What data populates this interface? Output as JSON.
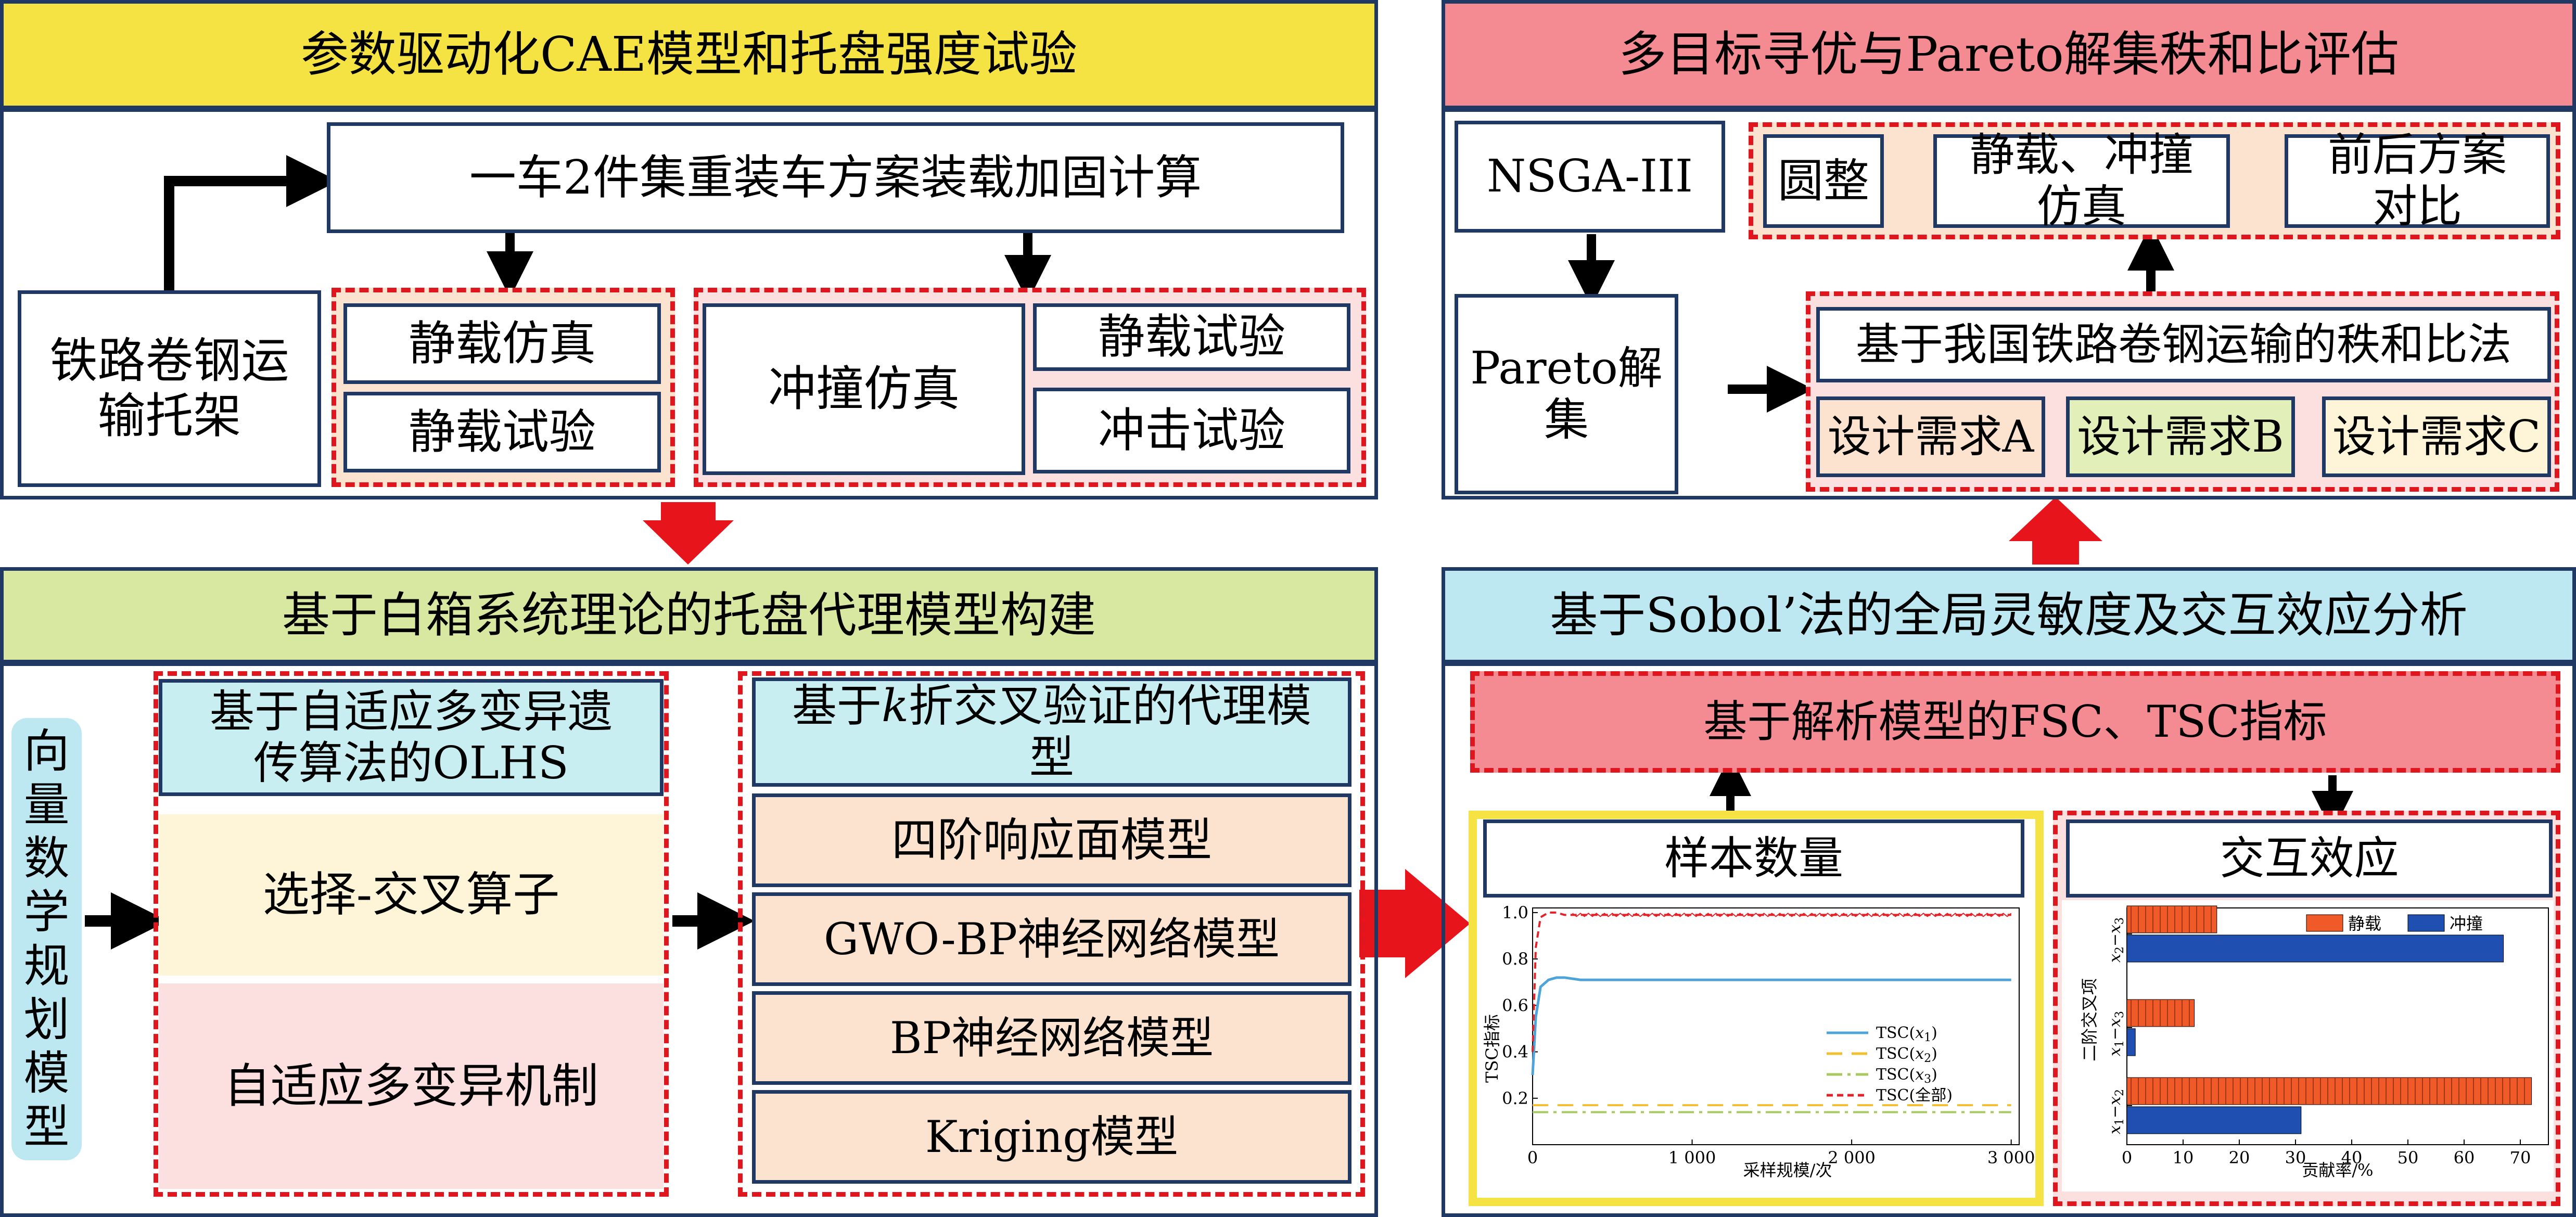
{
  "colors": {
    "navy": "#1f3864",
    "red_dash": "#e0161e",
    "yellow": "#f5e343",
    "pink": "#f48b92",
    "green_yellow": "#d9e8a0",
    "light_blue": "#bde8f2",
    "pale_pink": "#fbe0df",
    "pale_cream": "#fef5d9",
    "peach": "#fbe3cf",
    "cyan": "#c8eef2",
    "lime": "#e3efb8",
    "tsc_x1": "#4ea3d8",
    "tsc_x2": "#f0c030",
    "tsc_x3": "#a8c860",
    "tsc_all": "#e32228",
    "static_bar": "#f05a28",
    "impact_bar": "#1f4fb0"
  },
  "panel1": {
    "title": "参数驱动化CAE模型和托盘强度试验",
    "plan": "一车2件集重装车方案装载加固计算",
    "source": "铁路卷钢运输托架",
    "static_sim": "静载仿真",
    "static_test_left": "静载试验",
    "impact_sim": "冲撞仿真",
    "static_test_right": "静载试验",
    "impact_test": "冲击试验"
  },
  "panel2": {
    "title": "多目标寻优与Pareto解集秩和比评估",
    "nsga": "NSGA-III",
    "pareto": "Pareto解集",
    "round": "圆整",
    "sim": "静载、冲撞仿真",
    "compare": "前后方案对比",
    "rsr": "基于我国铁路卷钢运输的秩和比法",
    "req_a": "设计需求A",
    "req_b": "设计需求B",
    "req_c": "设计需求C"
  },
  "panel3": {
    "title": "基于白箱系统理论的托盘代理模型构建",
    "vector": [
      "向",
      "量",
      "数",
      "学",
      "规",
      "划",
      "模",
      "型"
    ],
    "olhs": "基于自适应多变异遗传算法的OLHS",
    "select": "选择-交叉算子",
    "mutation": "自适应多变异机制",
    "kfold_prefix": "基于",
    "kfold_k": "k",
    "kfold_suffix": "折交叉验证的代理模型",
    "models": [
      "四阶响应面模型",
      "GWO-BP神经网络模型",
      "BP神经网络模型",
      "Kriging模型"
    ]
  },
  "panel4": {
    "title": "基于Sobol’法的全局灵敏度及交互效应分析",
    "index": "基于解析模型的FSC、TSC指标",
    "sample": "样本数量",
    "interaction": "交互效应"
  },
  "chart_data": [
    {
      "type": "line",
      "xlabel": "采样规模/次",
      "ylabel": "TSC指标",
      "xlim": [
        0,
        3050
      ],
      "ylim": [
        0,
        1.02
      ],
      "xticks": [
        {
          "v": 1000,
          "label": "1 000"
        },
        {
          "v": 2000,
          "label": "2 000"
        },
        {
          "v": 3000,
          "label": "3 000"
        }
      ],
      "x_zero_label": "0",
      "yticks": [
        {
          "v": 0.2,
          "label": "0.2"
        },
        {
          "v": 0.4,
          "label": "0.4"
        },
        {
          "v": 0.6,
          "label": "0.6"
        },
        {
          "v": 0.8,
          "label": "0.8"
        },
        {
          "v": 1.0,
          "label": "1.0"
        }
      ],
      "legend_position": "right-middle",
      "series": [
        {
          "name": "TSC(x1)",
          "legend_main": "TSC(",
          "legend_var": "x",
          "legend_sub": "1",
          "legend_end": ")",
          "color": "#4ea3d8",
          "dash": "",
          "x": [
            0,
            20,
            50,
            100,
            150,
            200,
            300,
            400,
            600,
            800,
            1000,
            1500,
            2000,
            2500,
            3000
          ],
          "y": [
            0.3,
            0.55,
            0.68,
            0.71,
            0.72,
            0.72,
            0.71,
            0.71,
            0.71,
            0.71,
            0.71,
            0.71,
            0.71,
            0.71,
            0.71
          ]
        },
        {
          "name": "TSC(x2)",
          "legend_main": "TSC(",
          "legend_var": "x",
          "legend_sub": "2",
          "legend_end": ")",
          "color": "#f0c030",
          "dash": "30,18",
          "x": [
            0,
            3000
          ],
          "y": [
            0.17,
            0.17
          ]
        },
        {
          "name": "TSC(x3)",
          "legend_main": "TSC(",
          "legend_var": "x",
          "legend_sub": "3",
          "legend_end": ")",
          "color": "#a8c860",
          "dash": "30,10,6,10",
          "x": [
            0,
            3000
          ],
          "y": [
            0.14,
            0.14
          ]
        },
        {
          "name": "TSC(全部)",
          "legend_main": "TSC(全部",
          "legend_var": "",
          "legend_sub": "",
          "legend_end": ")",
          "color": "#e32228",
          "dash": "12,8",
          "x": [
            0,
            20,
            50,
            100,
            150,
            200,
            300,
            500,
            1000,
            2000,
            3000
          ],
          "y": [
            0.4,
            0.85,
            0.98,
            1.0,
            1.0,
            0.99,
            0.99,
            0.99,
            0.99,
            0.99,
            0.99
          ]
        }
      ]
    },
    {
      "type": "bar",
      "orientation": "horizontal",
      "xlabel": "贡献率/%",
      "ylabel": "二阶交叉项",
      "xlim": [
        0,
        75
      ],
      "xticks": [
        0,
        10,
        20,
        30,
        40,
        50,
        60,
        70
      ],
      "legend_position": "top-right",
      "categories": [
        {
          "a": "x",
          "as": "1",
          "b": "x",
          "bs": "2"
        },
        {
          "a": "x",
          "as": "1",
          "b": "x",
          "bs": "3"
        },
        {
          "a": "x",
          "as": "2",
          "b": "x",
          "bs": "3"
        }
      ],
      "series": [
        {
          "name": "静载",
          "color": "#f05a28",
          "values": [
            72,
            12,
            16
          ]
        },
        {
          "name": "冲撞",
          "color": "#1f4fb0",
          "values": [
            31,
            1.5,
            67
          ]
        }
      ]
    }
  ]
}
